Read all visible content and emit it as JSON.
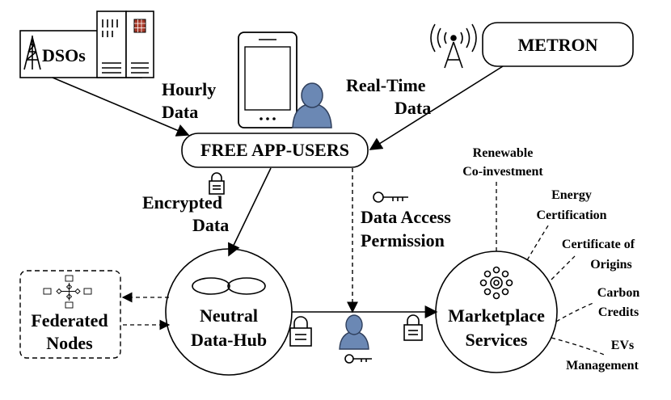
{
  "nodes": {
    "dsos": "DSOs",
    "metron": "METRON",
    "users": "FREE APP-USERS",
    "hub_line1": "Neutral",
    "hub_line2": "Data-Hub",
    "market_line1": "Marketplace",
    "market_line2": "Services",
    "fed_line1": "Federated",
    "fed_line2": "Nodes"
  },
  "edges": {
    "hourly_line1": "Hourly",
    "hourly_line2": "Data",
    "realtime_line1": "Real-Time",
    "realtime_line2": "Data",
    "encrypted_line1": "Encrypted",
    "encrypted_line2": "Data",
    "access_line1": "Data Access",
    "access_line2": "Permission"
  },
  "services": {
    "renewable_line1": "Renewable",
    "renewable_line2": "Co-investment",
    "energy_line1": "Energy",
    "energy_line2": "Certification",
    "origins_line1": "Certificate of",
    "origins_line2": "Origins",
    "carbon_line1": "Carbon",
    "carbon_line2": "Credits",
    "evs_line1": "EVs",
    "evs_line2": "Management"
  },
  "icons": [
    "tower-icon",
    "server-icon",
    "antenna-icon",
    "smartphone-icon",
    "user-icon",
    "lock-icon",
    "key-icon",
    "network-icon",
    "infinity-icon",
    "hub-icon"
  ],
  "colors": {
    "line": "#000000",
    "user_fill": "#6b88b4",
    "user_stroke": "#2f3f5c",
    "server_red": "#a83a2a"
  }
}
